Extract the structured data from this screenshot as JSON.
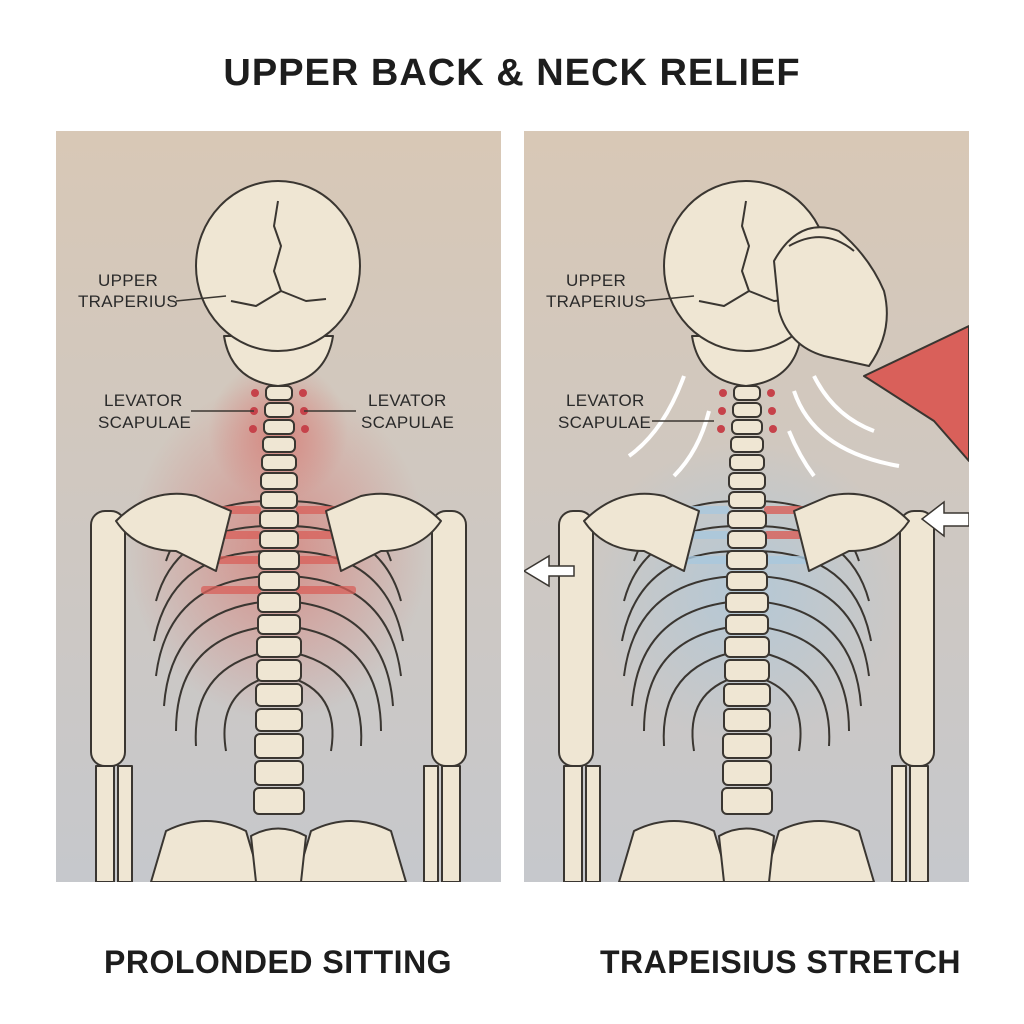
{
  "title": "UPPER BACK & NECK RELIEF",
  "panels": [
    {
      "caption": "PROLONDED SITTING",
      "labels": {
        "upper_traperius": [
          "UPPER",
          "TRAPERIUS"
        ],
        "levator_left": [
          "LEVATOR",
          "SCAPULAE"
        ],
        "levator_right": [
          "LEVATOR",
          "SCAPULAE"
        ]
      }
    },
    {
      "caption": "TRAPEISIUS STRETCH",
      "labels": {
        "upper_traperius": [
          "UPPER",
          "TRAPERIUS"
        ],
        "levator_left": [
          "LEVATOR",
          "SCAPULAE"
        ]
      }
    }
  ],
  "colors": {
    "tension_red": "#d9605a",
    "relief_blue": "#a9c8de",
    "bone": "#efe6d3",
    "bone_outline": "#3a3631",
    "panel_top": "#d8c8b6",
    "panel_bottom": "#c6c8cc"
  }
}
